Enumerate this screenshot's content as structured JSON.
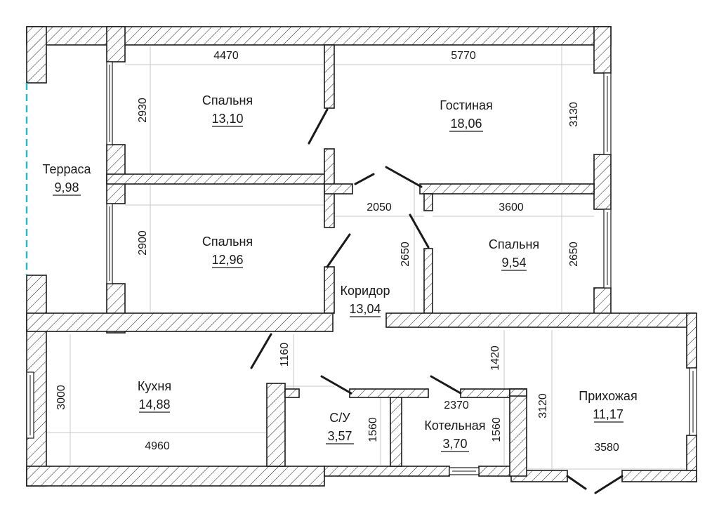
{
  "plan": {
    "rooms": [
      {
        "id": "terrace",
        "name": "Терраса",
        "area": "9,98"
      },
      {
        "id": "bedroom1",
        "name": "Спальня",
        "area": "13,10"
      },
      {
        "id": "living",
        "name": "Гостиная",
        "area": "18,06"
      },
      {
        "id": "bedroom2",
        "name": "Спальня",
        "area": "12,96"
      },
      {
        "id": "bedroom3",
        "name": "Спальня",
        "area": "9,54"
      },
      {
        "id": "corridor",
        "name": "Коридор",
        "area": "13,04"
      },
      {
        "id": "kitchen",
        "name": "Кухня",
        "area": "14,88"
      },
      {
        "id": "bathroom",
        "name": "С/У",
        "area": "3,57"
      },
      {
        "id": "boiler",
        "name": "Котельная",
        "area": "3,70"
      },
      {
        "id": "hall",
        "name": "Прихожая",
        "area": "11,17"
      }
    ],
    "dimensions": {
      "bedroom1_width": "4470",
      "bedroom1_depth": "2930",
      "living_width": "5770",
      "living_depth": "3130",
      "bedroom2_depth": "2900",
      "corridor_width": "2050",
      "corridor_depth": "2650",
      "bedroom3_width": "3600",
      "bedroom3_depth": "2650",
      "corridor_lower": "1160",
      "hall_passage": "1420",
      "kitchen_depth": "3000",
      "kitchen_width": "4960",
      "bathroom_depth": "1560",
      "boiler_width": "2370",
      "boiler_depth": "1560",
      "hall_depth": "3120",
      "hall_width": "3580"
    },
    "colors": {
      "wall_line": "#1a1a1a",
      "terrace_opening": "#2bb7c9",
      "dimension_line": "#c9c9c9"
    }
  }
}
